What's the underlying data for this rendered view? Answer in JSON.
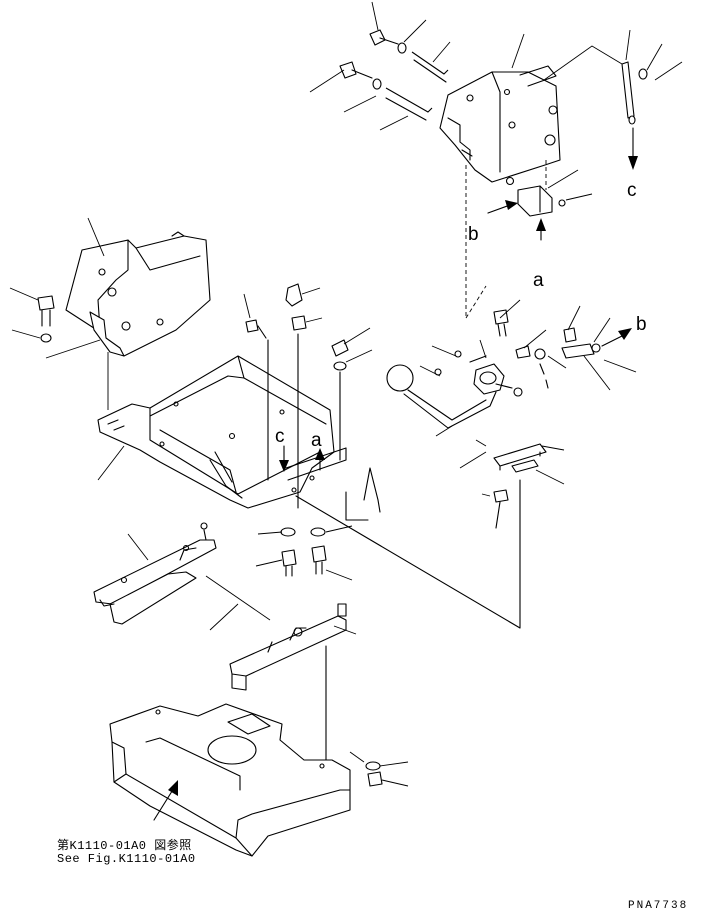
{
  "labels": {
    "a_top": "a",
    "b_top": "b",
    "c_top": "c",
    "b_right": "b",
    "c_mid": "c",
    "a_mid": "a"
  },
  "reference": {
    "line_jp": "第K1110-01A0 図参照",
    "line_en": "See Fig.K1110-01A0"
  },
  "drawing_code": "PNA7738"
}
